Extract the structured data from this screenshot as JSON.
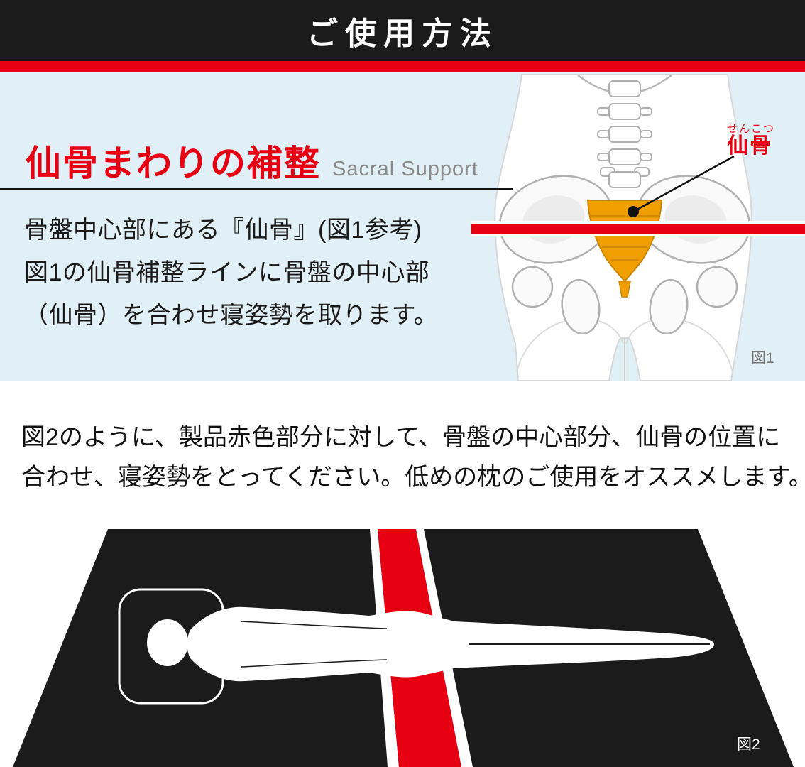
{
  "header": {
    "title": "ご使用方法"
  },
  "section1": {
    "title": "仙骨まわりの補整",
    "subtitle": "Sacral Support",
    "body_lines": [
      "骨盤中心部にある『仙骨』(図1参考)",
      "図1の仙骨補整ラインに骨盤の中心部",
      "（仙骨）を合わせ寝姿勢を取ります。"
    ],
    "figure1": {
      "furigana": "せんこつ",
      "label": "仙骨",
      "caption": "図1"
    }
  },
  "section2": {
    "lines": [
      "図2のように、製品赤色部分に対して、骨盤の中心部分、仙骨の位置に",
      "合わせ、寝姿勢をとってください。低めの枕のご使用をオススメします。"
    ]
  },
  "figure2": {
    "caption": "図2"
  },
  "colors": {
    "accent_red": "#e60012",
    "header_black": "#1b1b1b",
    "section_blue": "#e1eff7",
    "sacrum_orange": "#f09f00",
    "mat_black": "#1b1b1b"
  }
}
